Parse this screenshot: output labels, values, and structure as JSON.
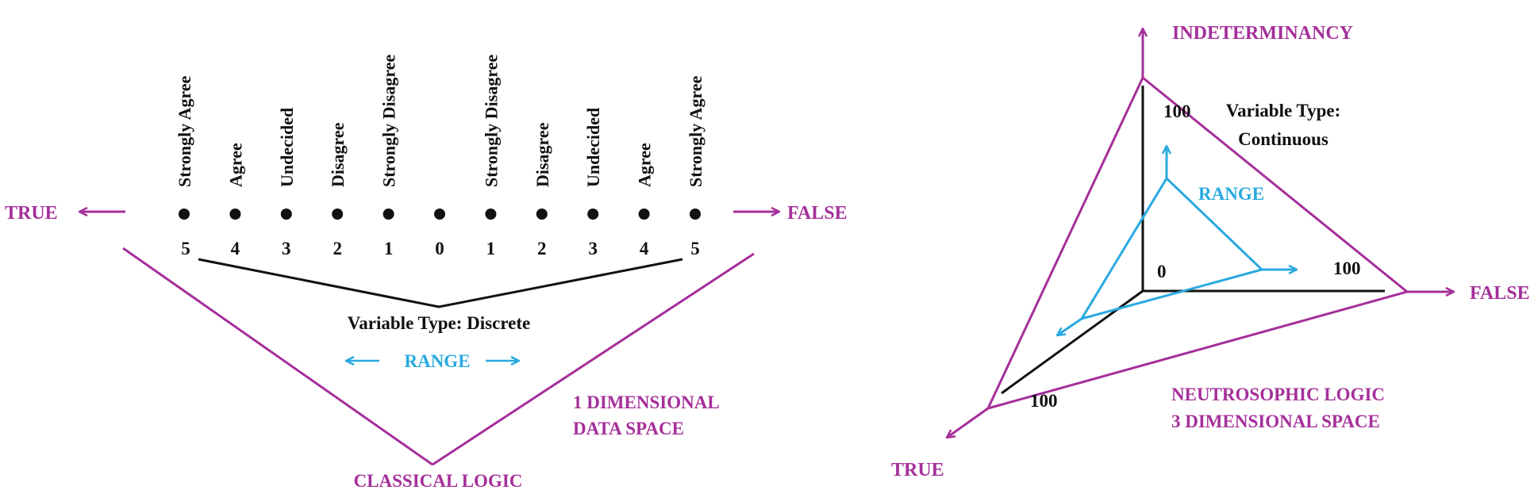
{
  "colors": {
    "logic": "#a52f9a",
    "range": "#29a9e0",
    "ink": "#111111"
  },
  "left": {
    "true_label": "TRUE",
    "false_label": "FALSE",
    "options": [
      {
        "label": "Strongly Agree",
        "score": "5"
      },
      {
        "label": "Agree",
        "score": "4"
      },
      {
        "label": "Undecided",
        "score": "3"
      },
      {
        "label": "Disagree",
        "score": "2"
      },
      {
        "label": "Strongly Disagree",
        "score": "1"
      },
      {
        "label": "",
        "score": "0"
      },
      {
        "label": "Strongly Disagree",
        "score": "1"
      },
      {
        "label": "Disagree",
        "score": "2"
      },
      {
        "label": "Undecided",
        "score": "3"
      },
      {
        "label": "Agree",
        "score": "4"
      },
      {
        "label": "Strongly Agree",
        "score": "5"
      }
    ],
    "variable_type": "Variable Type: Discrete",
    "range_label": "RANGE",
    "dimension_line1": "1 DIMENSIONAL",
    "dimension_line2": "DATA SPACE",
    "logic_label": "CLASSICAL LOGIC"
  },
  "right": {
    "axis_indeterminancy": "INDETERMINANCY",
    "axis_false": "FALSE",
    "axis_true": "TRUE",
    "tick_top": "100",
    "tick_right": "100",
    "tick_bottom": "100",
    "origin": "0",
    "variable_type_line1": "Variable Type:",
    "variable_type_line2": "Continuous",
    "range_label": "RANGE",
    "logic_line1": "NEUTROSOPHIC LOGIC",
    "logic_line2": "3 DIMENSIONAL SPACE"
  }
}
